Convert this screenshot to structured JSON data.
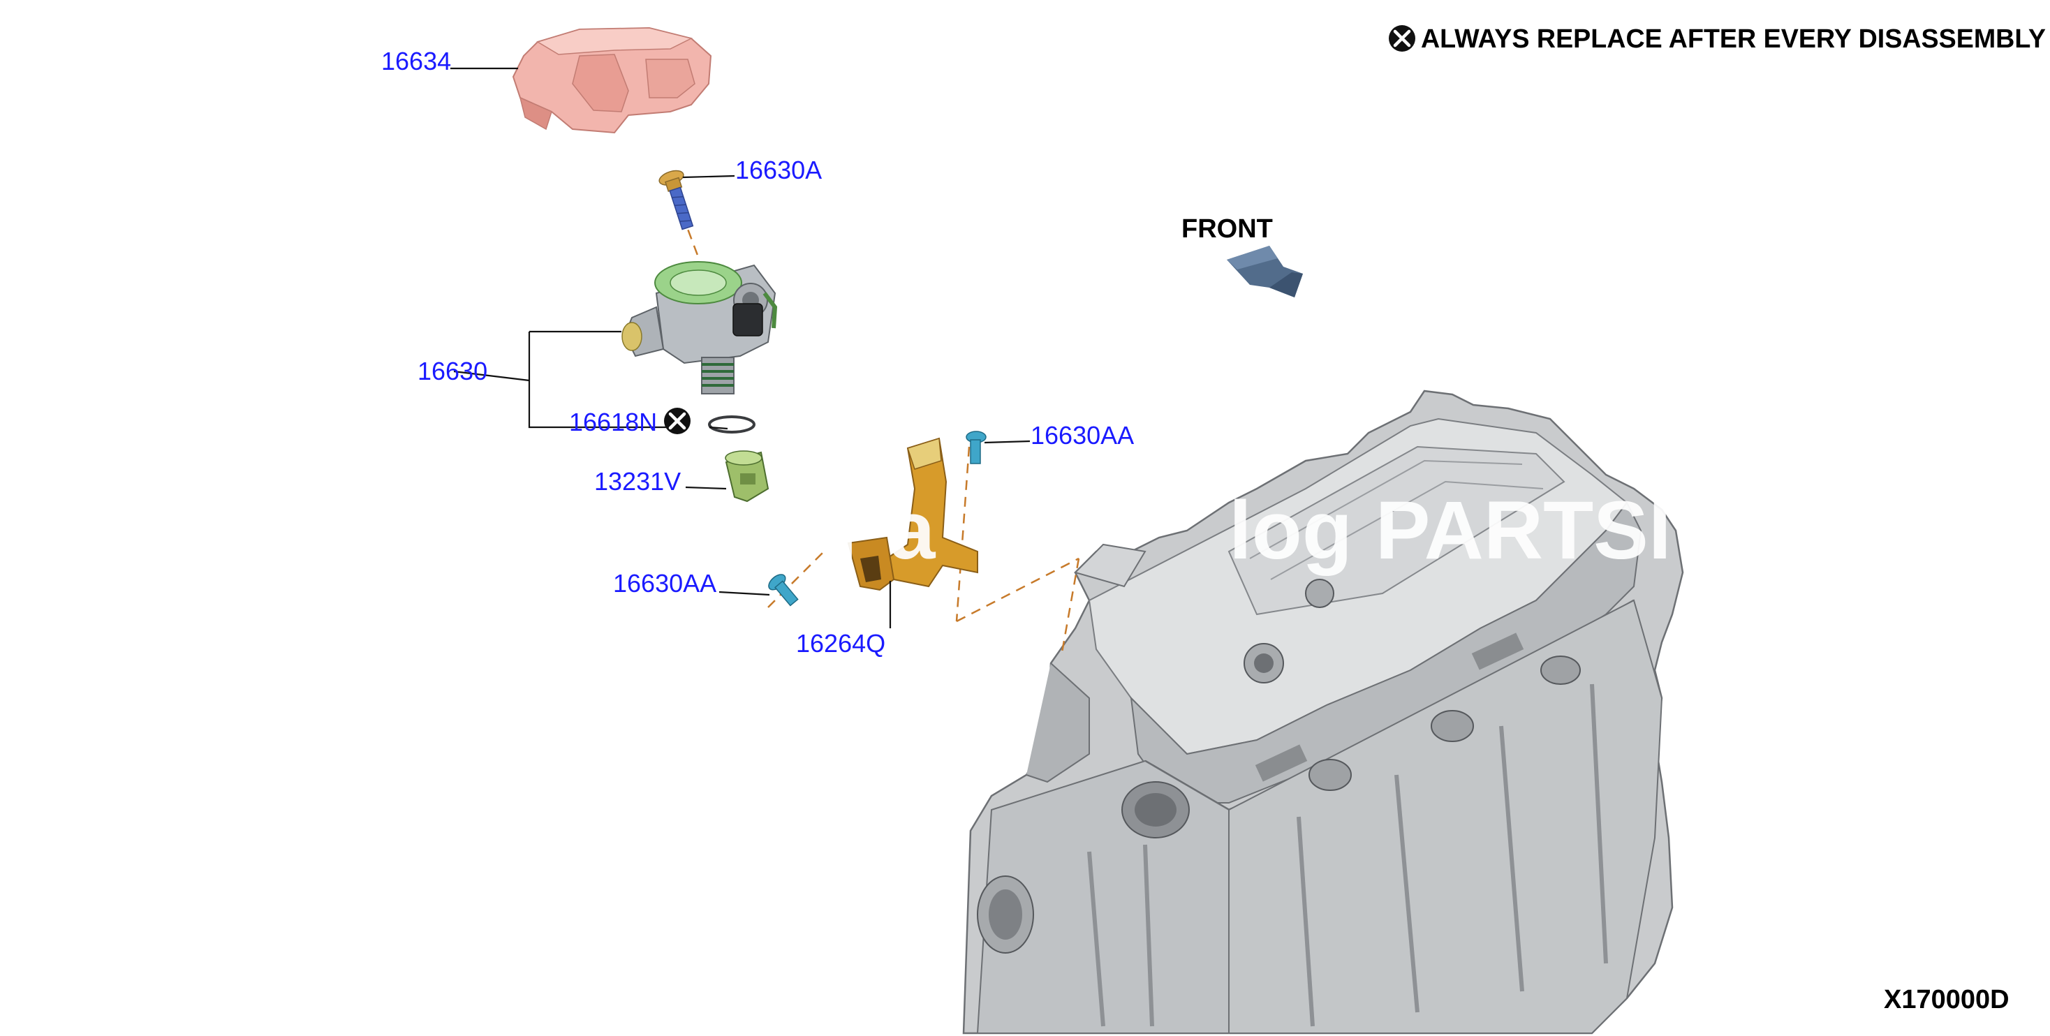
{
  "notice": {
    "icon": "x-circle-icon",
    "text": "ALWAYS REPLACE AFTER EVERY DISASSEMBLY"
  },
  "front_label": "FRONT",
  "diagram_code": "X170000D",
  "watermark_parts": [
    "Pa",
    "log PARTSI"
  ],
  "callouts": [
    {
      "id": "16634"
    },
    {
      "id": "16630A"
    },
    {
      "id": "16630"
    },
    {
      "id": "16618N",
      "replace_always": true
    },
    {
      "id": "13231V"
    },
    {
      "id": "16630AA"
    },
    {
      "id": "16630AA"
    },
    {
      "id": "16264Q"
    }
  ],
  "colors": {
    "callout_text": "#1a1aff",
    "leader_line": "#111111",
    "dashed_line": "#c77a2a",
    "cover": "#f2b5ad",
    "pump_body": "#b9bec3",
    "pump_green": "#9bd38a",
    "bolt_blue": "#4a69c7",
    "bracket_gold": "#d79b2a",
    "bracket_yellow": "#e7ce7a",
    "small_bolt_cyan": "#3fa6c9",
    "engine_grey": "#c9cbcd",
    "front_arrow": "#556f8f"
  }
}
